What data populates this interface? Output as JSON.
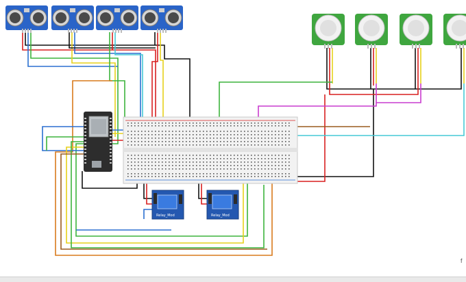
{
  "diagram": {
    "ultrasonic_sensors": [
      {
        "name": "ultrasonic-sensor-1"
      },
      {
        "name": "ultrasonic-sensor-2"
      },
      {
        "name": "ultrasonic-sensor-3"
      },
      {
        "name": "ultrasonic-sensor-4"
      }
    ],
    "pir_sensors": [
      {
        "name": "pir-sensor-1"
      },
      {
        "name": "pir-sensor-2"
      },
      {
        "name": "pir-sensor-3"
      },
      {
        "name": "pir-sensor-4"
      }
    ],
    "relays": [
      {
        "name": "relay-module-1",
        "label": "Relay_Mod"
      },
      {
        "name": "relay-module-2",
        "label": "Relay_Mod"
      }
    ],
    "corner_text": "f",
    "colors": {
      "sensor_blue": "#2a64c8",
      "pir_green": "#3fa63f",
      "board_dark": "#2d2d2d",
      "breadboard": "#f2f2f2",
      "relay_blue": "#2458b0",
      "wire_black": "#111111",
      "wire_red": "#d81f1f",
      "wire_green": "#3cb43c",
      "wire_blue": "#2a6fd0",
      "wire_yellow": "#e6d11a",
      "wire_orange": "#d97a1c",
      "wire_cyan": "#45c9d6",
      "wire_magenta": "#c93ccf",
      "wire_brown": "#9a5a1e"
    }
  }
}
